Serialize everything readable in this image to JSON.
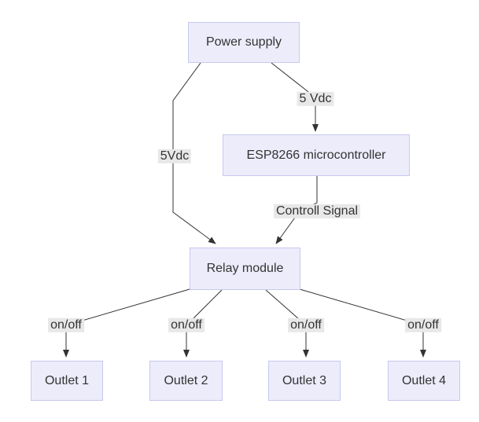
{
  "diagram": {
    "title": "",
    "nodes": [
      {
        "id": "power",
        "label": "Power supply"
      },
      {
        "id": "esp",
        "label": "ESP8266 microcontroller"
      },
      {
        "id": "relay",
        "label": "Relay module"
      },
      {
        "id": "outlet1",
        "label": "Outlet 1"
      },
      {
        "id": "outlet2",
        "label": "Outlet 2"
      },
      {
        "id": "outlet3",
        "label": "Outlet 3"
      },
      {
        "id": "outlet4",
        "label": "Outlet 4"
      }
    ],
    "edges": [
      {
        "from": "power",
        "to": "esp",
        "label": "5 Vdc"
      },
      {
        "from": "power",
        "to": "relay",
        "label": "5Vdc"
      },
      {
        "from": "esp",
        "to": "relay",
        "label": "Controll Signal"
      },
      {
        "from": "relay",
        "to": "outlet1",
        "label": "on/off"
      },
      {
        "from": "relay",
        "to": "outlet2",
        "label": "on/off"
      },
      {
        "from": "relay",
        "to": "outlet3",
        "label": "on/off"
      },
      {
        "from": "relay",
        "to": "outlet4",
        "label": "on/off"
      }
    ],
    "colors": {
      "node_fill": "#ECECFB",
      "node_border": "#C8C8F0",
      "edge_label_bg": "#E8E8E8",
      "line": "#333333",
      "text": "#333333"
    }
  }
}
